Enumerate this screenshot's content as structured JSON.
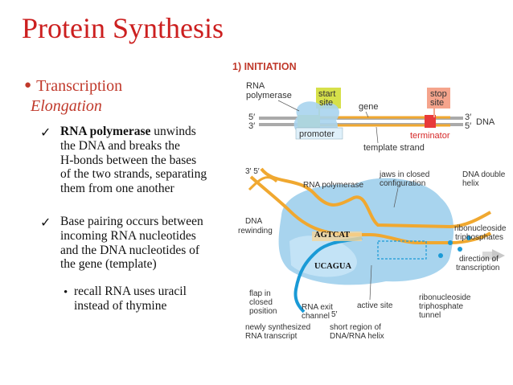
{
  "slide": {
    "title": "Protein Synthesis",
    "bullet": "Transcription",
    "subheading": "Elongation",
    "point1": {
      "bold": "RNA polymerase",
      "rest_line1": " unwinds",
      "lines": [
        "the DNA and breaks the",
        "H-bonds between the bases",
        "of the two strands, separating",
        "them from one another"
      ]
    },
    "point2": {
      "lines": [
        "Base pairing occurs between",
        "incoming RNA nucleotides",
        "and the DNA nucleotides of",
        "the gene (template)"
      ]
    },
    "subpoint": {
      "lines": [
        "recall RNA uses uracil",
        "instead of thymine"
      ]
    }
  },
  "figure": {
    "heading": "1) INITIATION",
    "top": {
      "rna_polymerase": [
        "RNA",
        "polymerase"
      ],
      "start_site": [
        "start",
        "site"
      ],
      "gene": "gene",
      "stop_site": [
        "stop",
        "site"
      ],
      "five_prime_left": "5′",
      "three_prime_left": "3′",
      "three_prime_right": "3′",
      "five_prime_right": "5′",
      "dna": "DNA",
      "promoter": "promoter",
      "terminator": "terminator",
      "template_strand": "template strand"
    },
    "bottom": {
      "three_five": "3′  5′",
      "rna_polymerase": "RNA polymerase",
      "jaws": [
        "jaws in closed",
        "configuration"
      ],
      "dna_double_helix": [
        "DNA double",
        "helix"
      ],
      "dna_rewinding": [
        "DNA",
        "rewinding"
      ],
      "ribonucleoside_triphosphates": [
        "ribonucleoside",
        "triphosphates"
      ],
      "direction": [
        "direction of",
        "transcription"
      ],
      "flap": [
        "flap in",
        "closed",
        "position"
      ],
      "rna_exit": [
        "RNA exit",
        "channel"
      ],
      "active_site": "active site",
      "tunnel": [
        "ribonucleoside",
        "triphosphate",
        "tunnel"
      ],
      "five_prime": "5′",
      "newly": [
        "newly synthesized",
        "RNA transcript"
      ],
      "short_region": [
        "short region of",
        "DNA/RNA helix"
      ],
      "seq_dna": "AGTCAT",
      "seq_rna": "UCAGUA"
    }
  },
  "colors": {
    "title": "#cc1f1f",
    "strand": "#f0a830",
    "polymerase": "#a8d4ee",
    "rna": "#1a9ad6",
    "promoter": "#d6e04a",
    "terminator": "#e83a3a"
  }
}
